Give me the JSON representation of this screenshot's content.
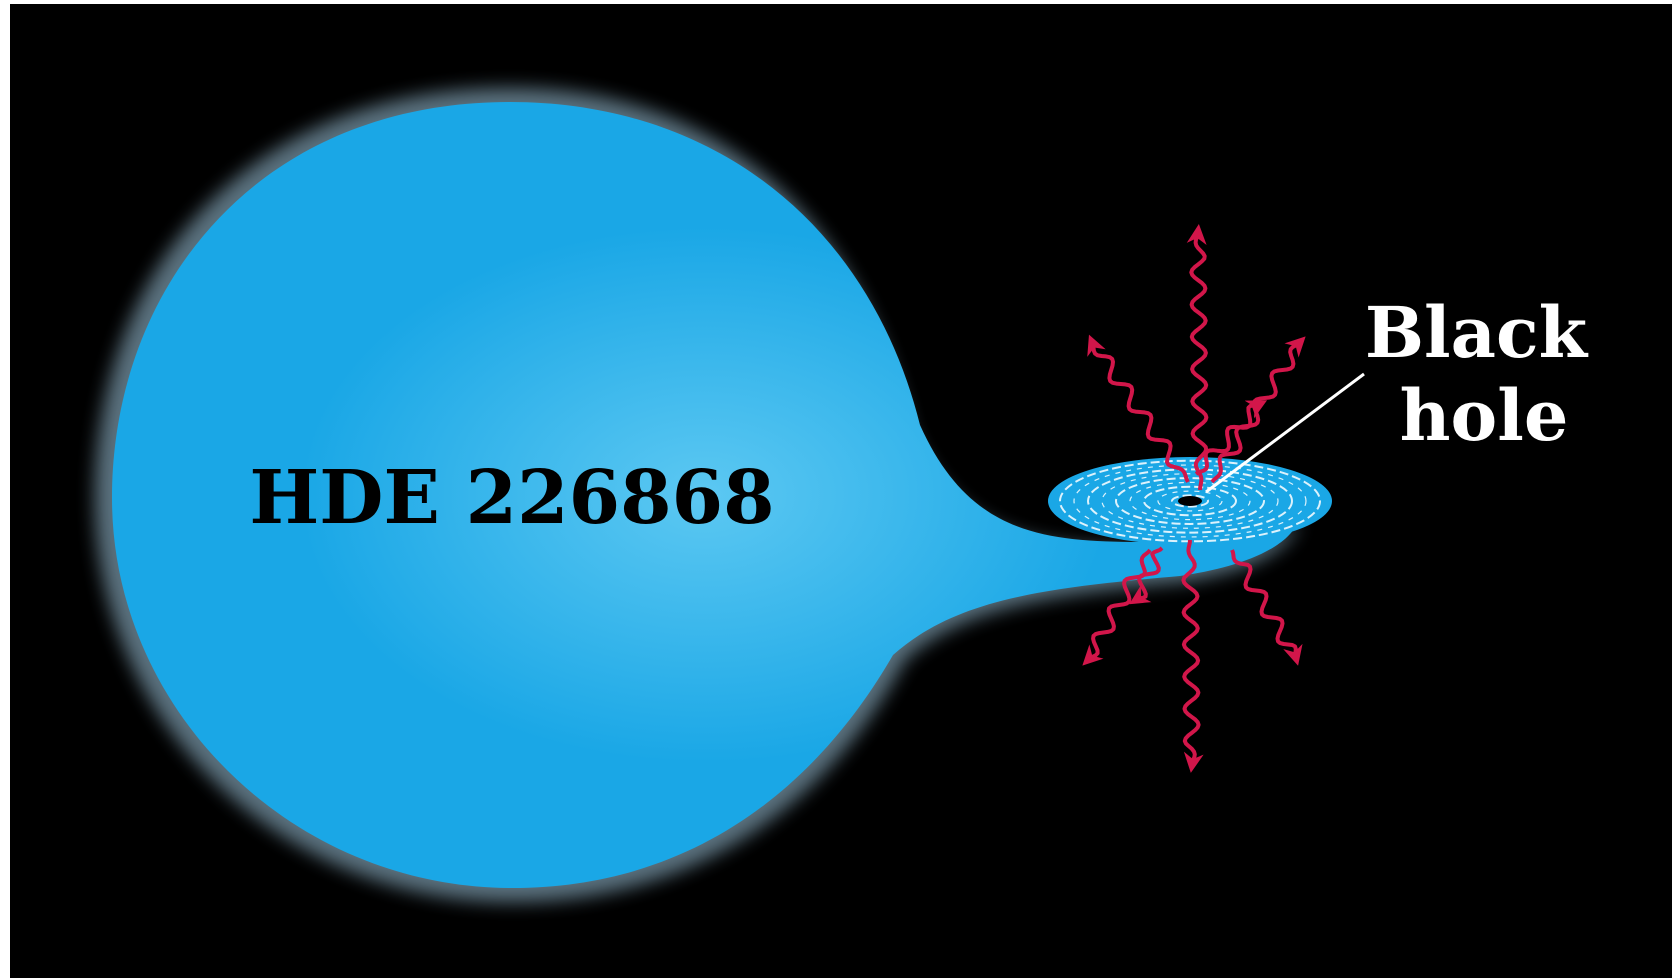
{
  "figure": {
    "background_color": "#000000",
    "frame_color": "#ffffff",
    "star": {
      "label": "HDE 226868",
      "color": "#1aa7e6",
      "core_color": "#5cc8f2",
      "label_color": "#000000"
    },
    "black_hole": {
      "label_line1": "Black",
      "label_line2": "hole",
      "label_color": "#ffffff",
      "disk_color": "#1aa7e6",
      "disk_ring_color": "#ffffff"
    },
    "radiation": {
      "color": "#d2164a",
      "arrow_count": 8
    }
  }
}
